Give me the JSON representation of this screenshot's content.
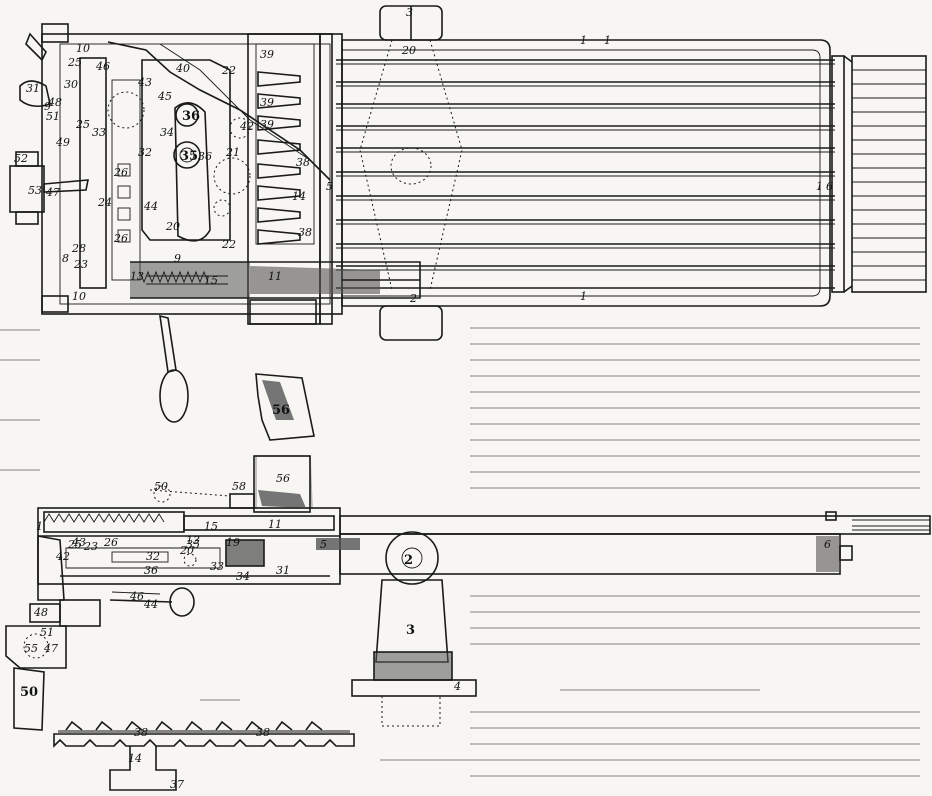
{
  "figure": {
    "top_view_labels": [
      "1",
      "1",
      "1",
      "1",
      "2",
      "3",
      "5",
      "6",
      "8",
      "9",
      "9",
      "10",
      "10",
      "11",
      "13",
      "14",
      "15",
      "20",
      "20",
      "21",
      "22",
      "22",
      "23",
      "24",
      "25",
      "25",
      "26",
      "26",
      "28",
      "30",
      "31",
      "32",
      "33",
      "34",
      "35",
      "36",
      "36",
      "38",
      "38",
      "39",
      "39",
      "39",
      "40",
      "42",
      "43",
      "44",
      "45",
      "46",
      "47",
      "48",
      "49",
      "51",
      "52",
      "53",
      "56"
    ],
    "side_view_labels": [
      "1",
      "2",
      "3",
      "4",
      "5",
      "6",
      "11",
      "13",
      "14",
      "15",
      "19",
      "20",
      "23",
      "25",
      "26",
      "31",
      "32",
      "33",
      "34",
      "35",
      "36",
      "37",
      "38",
      "38",
      "42",
      "43",
      "44",
      "46",
      "47",
      "48",
      "50",
      "50",
      "51",
      "55",
      "56",
      "58"
    ],
    "chart_note": ""
  },
  "colors": {
    "ink": "#1a1a1a",
    "paper": "#f7f6f2",
    "section_shade": "#555555",
    "light_shade": "#bbbbbb"
  }
}
